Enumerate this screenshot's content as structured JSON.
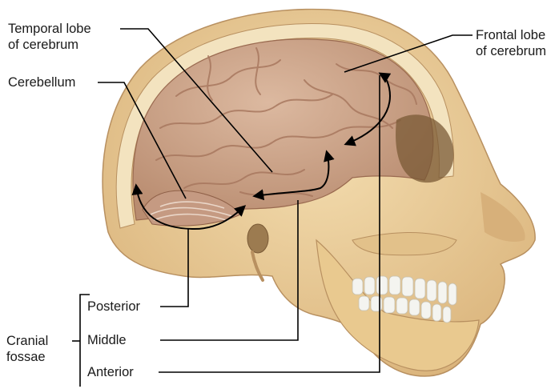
{
  "labels": {
    "temporal_lobe": {
      "line1": "Temporal lobe",
      "line2": "of cerebrum"
    },
    "frontal_lobe": {
      "line1": "Frontal lobe",
      "line2": "of cerebrum"
    },
    "cerebellum": "Cerebellum",
    "cranial_fossae": {
      "line1": "Cranial",
      "line2": "fossae"
    },
    "posterior": "Posterior",
    "middle": "Middle",
    "anterior": "Anterior"
  },
  "colors": {
    "bone": "#ecd09b",
    "bone_shadow": "#c9a468",
    "brain": "#cfa78c",
    "brain_fold": "#a8785f",
    "diploe": "#f3e3bf",
    "teeth": "#f4f4f0",
    "leader": "#000000"
  }
}
